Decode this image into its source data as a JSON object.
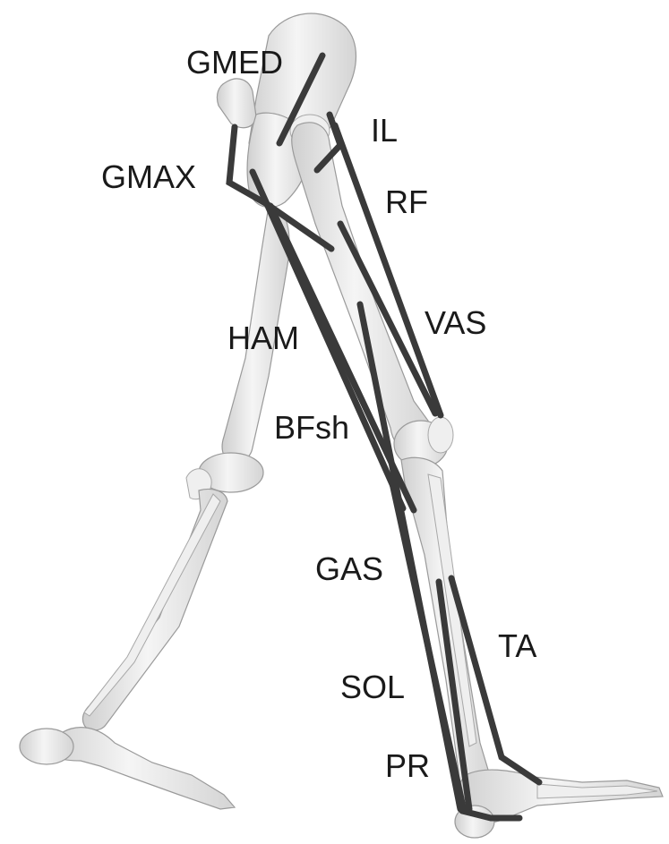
{
  "labels": {
    "gmed": "GMED",
    "il": "IL",
    "gmax": "GMAX",
    "rf": "RF",
    "vas": "VAS",
    "ham": "HAM",
    "bfsh": "BFsh",
    "gas": "GAS",
    "ta": "TA",
    "sol": "SOL",
    "pr": "PR"
  },
  "colors": {
    "bone": "#e6e6e6",
    "muscle": "#3a3a3a",
    "label": "#1a1a1a"
  }
}
